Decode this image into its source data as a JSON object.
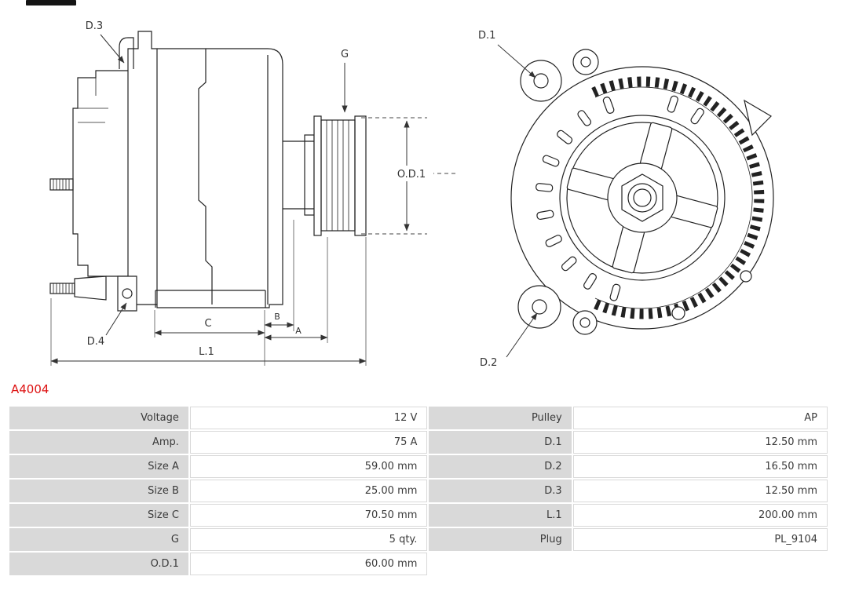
{
  "part_number": "A4004",
  "colors": {
    "part_number": "#dd1111",
    "table_label_bg": "#d9d9d9",
    "table_border": "#d9d9d9",
    "line": "#222222"
  },
  "diagram": {
    "side_view": {
      "d3": "D.3",
      "d4": "D.4",
      "g": "G",
      "od1": "O.D.1",
      "a": "A",
      "b": "B",
      "c": "C",
      "l1": "L.1"
    },
    "front_view": {
      "d1": "D.1",
      "d2": "D.2"
    }
  },
  "table": {
    "rows": [
      {
        "label_left": "Voltage",
        "value_left": "12 V",
        "label_right": "Pulley",
        "value_right": "AP"
      },
      {
        "label_left": "Amp.",
        "value_left": "75 A",
        "label_right": "D.1",
        "value_right": "12.50 mm"
      },
      {
        "label_left": "Size A",
        "value_left": "59.00 mm",
        "label_right": "D.2",
        "value_right": "16.50 mm"
      },
      {
        "label_left": "Size B",
        "value_left": "25.00 mm",
        "label_right": "D.3",
        "value_right": "12.50 mm"
      },
      {
        "label_left": "Size C",
        "value_left": "70.50 mm",
        "label_right": "L.1",
        "value_right": "200.00 mm"
      },
      {
        "label_left": "G",
        "value_left": "5 qty.",
        "label_right": "Plug",
        "value_right": "PL_9104"
      },
      {
        "label_left": "O.D.1",
        "value_left": "60.00 mm",
        "label_right": "",
        "value_right": ""
      }
    ]
  }
}
